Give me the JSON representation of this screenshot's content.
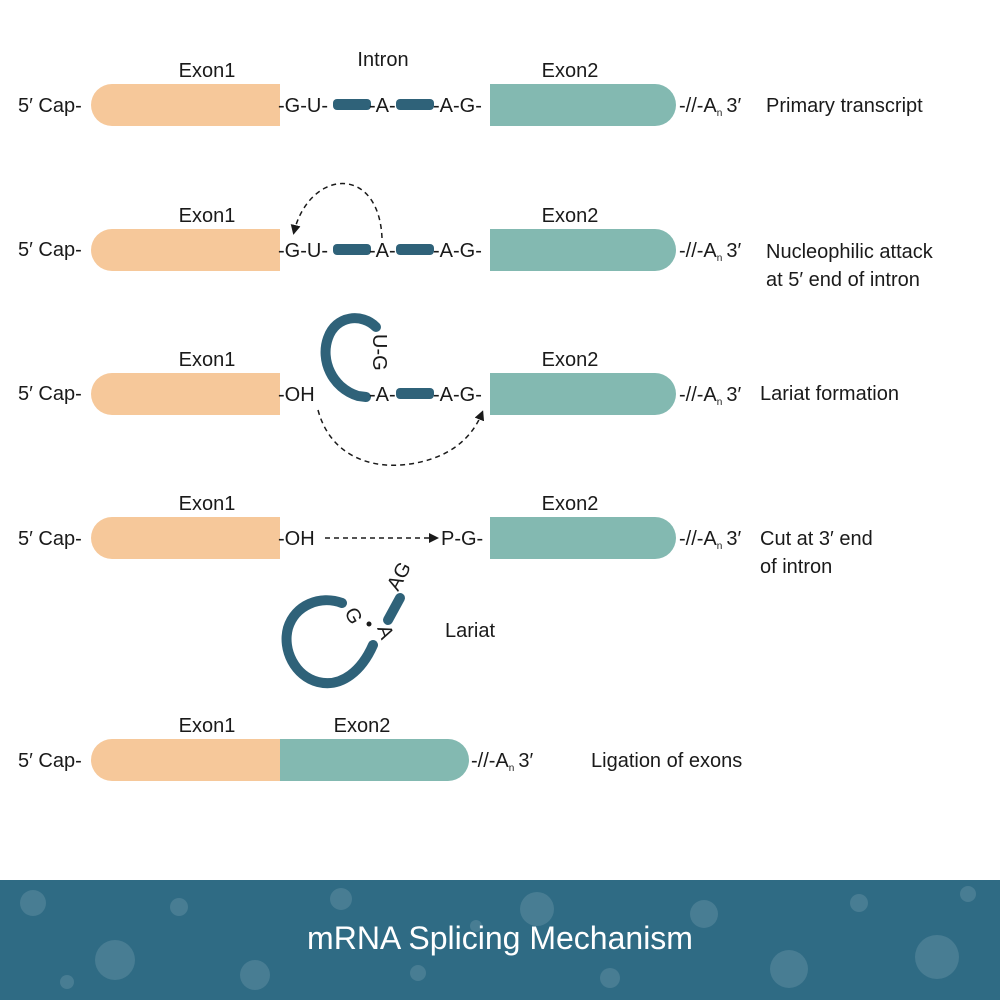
{
  "colors": {
    "exon1": "#f6c89a",
    "exon2": "#83b9b1",
    "intron": "#2f6279",
    "footer": "#2f6b84",
    "text": "#1a1a1a"
  },
  "labels": {
    "exon1": "Exon1",
    "exon2": "Exon2",
    "intron": "Intron",
    "cap": "5′ Cap-",
    "tail": "-//-A",
    "tail_sub": "n",
    "tail_end": "3′",
    "gu": "-G-U-",
    "a": "-A-",
    "ag": "-A-G-",
    "oh": "-OH",
    "pg": "P-G-",
    "loop_ug": "U-G",
    "lariat_g": "G",
    "lariat_a": "A",
    "lariat_ag": "AG",
    "lariat": "Lariat"
  },
  "steps": [
    {
      "caption": [
        "Primary transcript"
      ]
    },
    {
      "caption": [
        "Nucleophilic attack",
        "at 5′ end of intron"
      ]
    },
    {
      "caption": [
        "Lariat formation"
      ]
    },
    {
      "caption": [
        "Cut at 3′ end",
        "of intron"
      ]
    },
    {
      "caption": [
        "Ligation of exons"
      ]
    }
  ],
  "footer": {
    "title": "mRNA Splicing Mechanism"
  }
}
